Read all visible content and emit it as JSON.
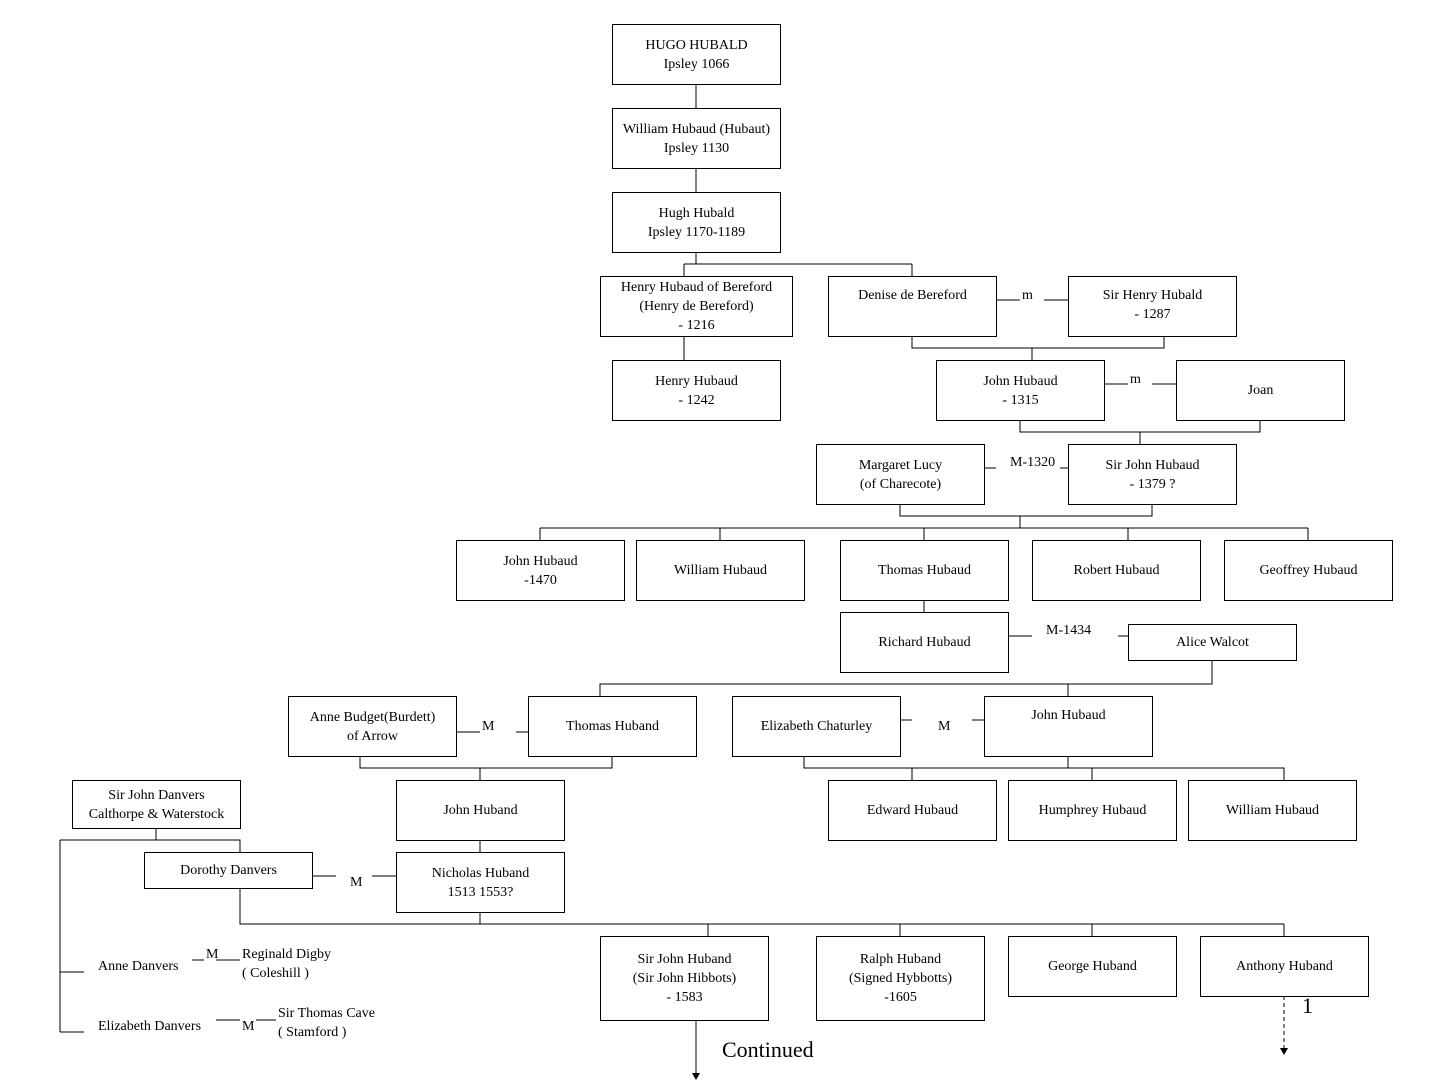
{
  "people": {
    "hugo": [
      "HUGO HUBALD",
      "Ipsley 1066"
    ],
    "william1": [
      "William Hubaud (Hubaut)",
      "Ipsley 1130"
    ],
    "hugh": [
      "Hugh Hubald",
      "Ipsley 1170-1189"
    ],
    "henry_bereford": [
      "Henry Hubaud of Bereford",
      "(Henry de Bereford)",
      "- 1216"
    ],
    "henry_1242": [
      "Henry Hubaud",
      "- 1242"
    ],
    "denise": [
      "Denise de Bereford"
    ],
    "sir_henry": [
      "Sir Henry Hubald",
      "- 1287"
    ],
    "john_1315": [
      "John Hubaud",
      "- 1315"
    ],
    "joan": [
      "Joan"
    ],
    "margaret": [
      "Margaret Lucy",
      "(of Charecote)"
    ],
    "sir_john_1379": [
      "Sir John Hubaud",
      "- 1379 ?"
    ],
    "john_1470": [
      "John Hubaud",
      "-1470"
    ],
    "william2": [
      "William Hubaud"
    ],
    "thomas1": [
      "Thomas Hubaud"
    ],
    "robert": [
      "Robert Hubaud"
    ],
    "geoffrey": [
      "Geoffrey Hubaud"
    ],
    "richard": [
      "Richard Hubaud"
    ],
    "alice": [
      "Alice Walcot"
    ],
    "anne_budget": [
      "Anne Budget(Burdett)",
      "of Arrow"
    ],
    "thomas_huband": [
      "Thomas Huband"
    ],
    "elizabeth_chaturley": [
      "Elizabeth Chaturley"
    ],
    "john_hubaud3": [
      "John Hubaud"
    ],
    "danvers_sir": [
      "Sir John Danvers",
      "Calthorpe & Waterstock"
    ],
    "john_huband": [
      "John Huband"
    ],
    "edward": [
      "Edward Hubaud"
    ],
    "humphrey": [
      "Humphrey Hubaud"
    ],
    "william3": [
      "William Hubaud"
    ],
    "dorothy": [
      "Dorothy Danvers"
    ],
    "nicholas": [
      "Nicholas Huband",
      "1513  1553?"
    ],
    "sir_john_huband": [
      "Sir John Huband",
      "(Sir John Hibbots)",
      "- 1583"
    ],
    "ralph": [
      "Ralph Huband",
      "(Signed Hybbotts)",
      "-1605"
    ],
    "george": [
      "George Huband"
    ],
    "anthony": [
      "Anthony Huband"
    ]
  },
  "marriage_labels": {
    "m1": "m",
    "m2": "m",
    "m1320": "M-1320",
    "m1434": "M-1434",
    "m_anne": "M",
    "m_elizabeth": "M",
    "m_dorothy": "M",
    "m_anne_danvers": "M",
    "m_elizabeth_danvers": "M"
  },
  "side_entries": {
    "anne_danvers": "Anne Danvers",
    "reginald": [
      "Reginald Digby",
      "( Coleshill )"
    ],
    "elizabeth_danvers": "Elizabeth Danvers",
    "thomas_cave": [
      "Sir Thomas Cave",
      "( Stamford )"
    ]
  },
  "continued": "Continued",
  "page_marker": "1"
}
